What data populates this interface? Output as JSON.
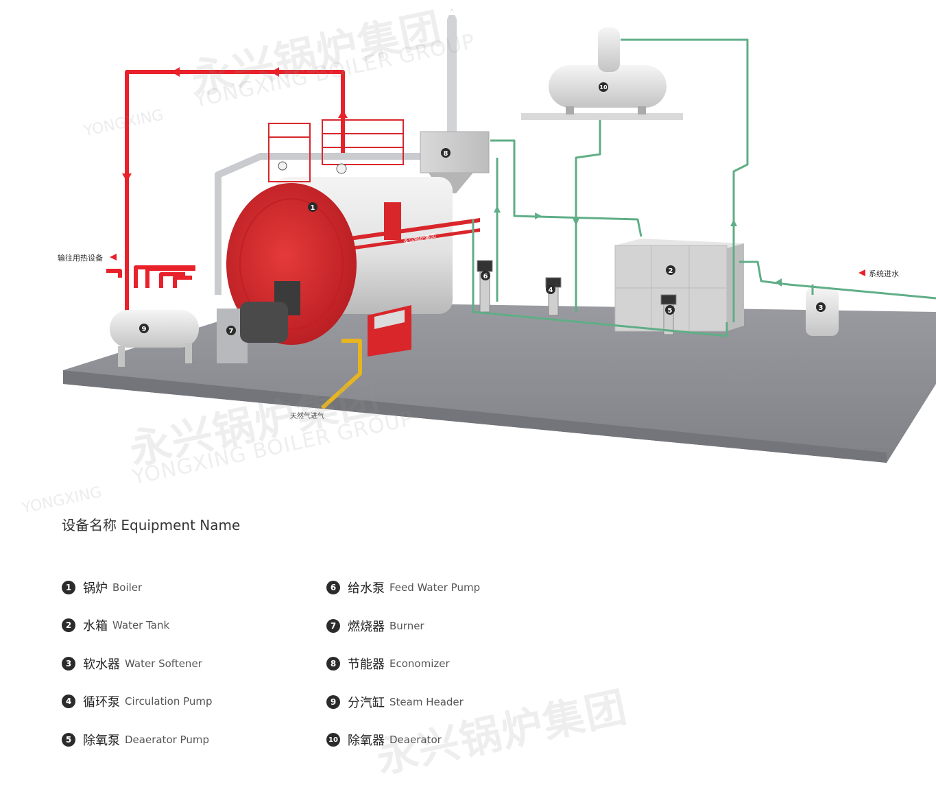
{
  "diagram": {
    "labels": {
      "output_to_heat_equipment": "输往用热设备",
      "system_water_inlet": "系统进水",
      "natural_gas_inlet": "天然气进气",
      "boiler_brand_plate": "永兴锅炉集团"
    },
    "markers": [
      "1",
      "2",
      "3",
      "4",
      "5",
      "6",
      "7",
      "8",
      "9",
      "10"
    ],
    "colors": {
      "steam_pipe": "#e8212a",
      "water_pipe": "#5fae86",
      "gas_pipe": "#e7b520",
      "boiler_red": "#d8262b",
      "floor": "#8f9096",
      "grey_pipe": "#c9cbcf"
    }
  },
  "watermark": {
    "cn": "永兴锅炉集团",
    "en": "YONGXING BOILER GROUP",
    "logo_text": "YONGXING"
  },
  "legend": {
    "title": "设备名称 Equipment Name",
    "items": [
      {
        "num": "1",
        "cn": "锅炉",
        "en": "Boiler"
      },
      {
        "num": "2",
        "cn": "水箱",
        "en": "Water Tank"
      },
      {
        "num": "3",
        "cn": "软水器",
        "en": "Water Softener"
      },
      {
        "num": "4",
        "cn": "循环泵",
        "en": "Circulation Pump"
      },
      {
        "num": "5",
        "cn": "除氧泵",
        "en": "Deaerator Pump"
      },
      {
        "num": "6",
        "cn": "给水泵",
        "en": "Feed Water Pump"
      },
      {
        "num": "7",
        "cn": "燃烧器",
        "en": "Burner"
      },
      {
        "num": "8",
        "cn": "节能器",
        "en": "Economizer"
      },
      {
        "num": "9",
        "cn": "分汽缸",
        "en": "Steam Header"
      },
      {
        "num": "10",
        "cn": "除氧器",
        "en": "Deaerator"
      }
    ]
  }
}
